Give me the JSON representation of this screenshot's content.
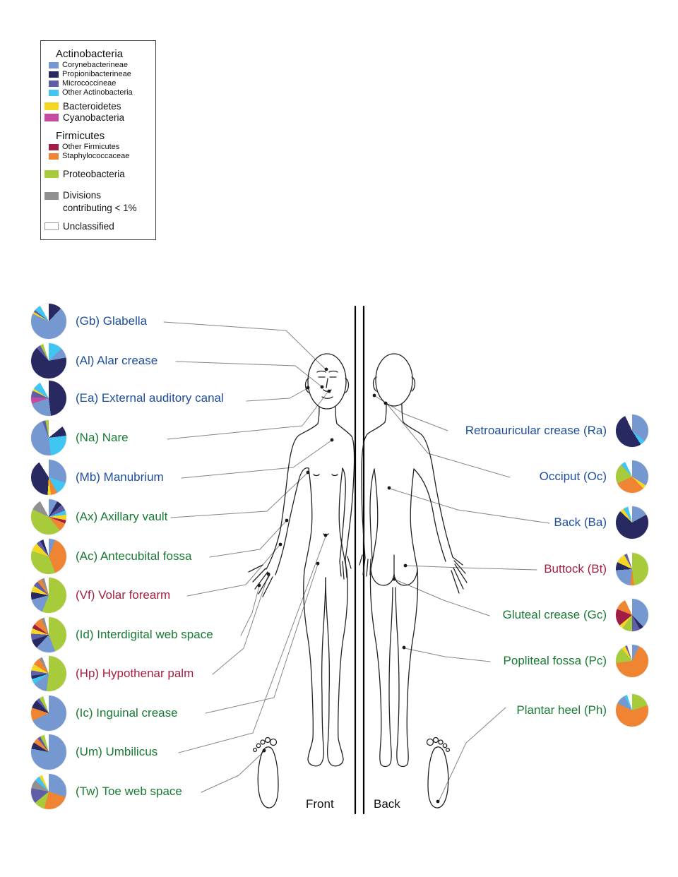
{
  "colors": {
    "cory": "#7598d0",
    "prop": "#282960",
    "micro": "#5e5ea9",
    "otherActino": "#41c5f2",
    "bact": "#f4d623",
    "cyano": "#c74a9e",
    "otherFirm": "#a01d45",
    "staph": "#ef8532",
    "proteo": "#a7cb3a",
    "div1": "#909090",
    "unclass": "#ffffff",
    "label_sebaceous": "#1d4e9b",
    "label_moist": "#187b33",
    "label_dry": "#a5213f"
  },
  "legend": {
    "items": [
      {
        "kind": "header",
        "label": "Actinobacteria"
      },
      {
        "kind": "small",
        "key": "cory",
        "label": "Corynebacterineae"
      },
      {
        "kind": "small",
        "key": "prop",
        "label": "Propionibacterineae"
      },
      {
        "kind": "small",
        "key": "micro",
        "label": "Micrococcineae"
      },
      {
        "kind": "small",
        "key": "otherActino",
        "label": "Other Actinobacteria"
      },
      {
        "kind": "big",
        "key": "bact",
        "label": "Bacteroidetes"
      },
      {
        "kind": "big",
        "key": "cyano",
        "label": "Cyanobacteria"
      },
      {
        "kind": "header",
        "label": "Firmicutes"
      },
      {
        "kind": "small",
        "key": "otherFirm",
        "label": "Other Firmicutes"
      },
      {
        "kind": "small",
        "key": "staph",
        "label": "Staphylococcaceae"
      },
      {
        "kind": "big",
        "key": "proteo",
        "label": "Proteobacteria"
      },
      {
        "kind": "big",
        "key": "div1",
        "label": "Divisions contributing < 1%"
      },
      {
        "kind": "big",
        "key": "unclass",
        "label": "Unclassified"
      }
    ]
  },
  "figure": {
    "front_label": "Front",
    "back_label": "Back"
  },
  "sites": [
    {
      "id": "Gb",
      "label": "(Gb) Glabella",
      "type": "sebaceous",
      "side": "left",
      "slices": [
        [
          "prop",
          12
        ],
        [
          "cory",
          70
        ],
        [
          "bact",
          2
        ],
        [
          "micro",
          2
        ],
        [
          "otherActino",
          6
        ],
        [
          "unclass",
          8
        ]
      ]
    },
    {
      "id": "Al",
      "label": "(Al) Alar crease",
      "type": "sebaceous",
      "side": "left",
      "slices": [
        [
          "otherActino",
          13
        ],
        [
          "cory",
          9
        ],
        [
          "prop",
          66
        ],
        [
          "micro",
          4
        ],
        [
          "proteo",
          3
        ],
        [
          "unclass",
          5
        ]
      ]
    },
    {
      "id": "Ea",
      "label": "(Ea) External auditory canal",
      "type": "sebaceous",
      "side": "left",
      "slices": [
        [
          "prop",
          48
        ],
        [
          "cory",
          22
        ],
        [
          "cyano",
          6
        ],
        [
          "micro",
          6
        ],
        [
          "bact",
          2
        ],
        [
          "otherActino",
          8
        ],
        [
          "unclass",
          8
        ]
      ]
    },
    {
      "id": "Na",
      "label": "(Na) Nare",
      "type": "moist",
      "side": "left",
      "slices": [
        [
          "unclass",
          14
        ],
        [
          "prop",
          9
        ],
        [
          "otherActino",
          25
        ],
        [
          "cory",
          46
        ],
        [
          "micro",
          3
        ],
        [
          "proteo",
          3
        ]
      ]
    },
    {
      "id": "Mb",
      "label": "(Mb) Manubrium",
      "type": "sebaceous",
      "side": "left",
      "slices": [
        [
          "cory",
          30
        ],
        [
          "otherActino",
          12
        ],
        [
          "staph",
          6
        ],
        [
          "bact",
          3
        ],
        [
          "prop",
          40
        ],
        [
          "unclass",
          9
        ]
      ]
    },
    {
      "id": "Ax",
      "label": "(Ax) Axillary vault",
      "type": "moist",
      "side": "left",
      "slices": [
        [
          "cory",
          8
        ],
        [
          "prop",
          5
        ],
        [
          "micro",
          6
        ],
        [
          "otherActino",
          4
        ],
        [
          "bact",
          5
        ],
        [
          "otherFirm",
          3
        ],
        [
          "staph",
          8
        ],
        [
          "proteo",
          43
        ],
        [
          "div1",
          10
        ],
        [
          "unclass",
          8
        ]
      ]
    },
    {
      "id": "Ac",
      "label": "(Ac) Antecubital fossa",
      "type": "moist",
      "side": "left",
      "slices": [
        [
          "cory",
          6
        ],
        [
          "staph",
          38
        ],
        [
          "proteo",
          36
        ],
        [
          "bact",
          8
        ],
        [
          "micro",
          4
        ],
        [
          "prop",
          3
        ],
        [
          "unclass",
          5
        ]
      ]
    },
    {
      "id": "Vf",
      "label": "(Vf) Volar forearm",
      "type": "dry",
      "side": "left",
      "slices": [
        [
          "proteo",
          56
        ],
        [
          "cory",
          15
        ],
        [
          "prop",
          7
        ],
        [
          "bact",
          6
        ],
        [
          "micro",
          5
        ],
        [
          "staph",
          4
        ],
        [
          "div1",
          3
        ],
        [
          "unclass",
          4
        ]
      ]
    },
    {
      "id": "Id",
      "label": "(Id) Interdigital web space",
      "type": "moist",
      "side": "left",
      "slices": [
        [
          "proteo",
          44
        ],
        [
          "cory",
          18
        ],
        [
          "prop",
          8
        ],
        [
          "micro",
          6
        ],
        [
          "bact",
          5
        ],
        [
          "otherFirm",
          4
        ],
        [
          "staph",
          8
        ],
        [
          "div1",
          3
        ],
        [
          "unclass",
          4
        ]
      ]
    },
    {
      "id": "Hp",
      "label": "(Hp) Hypothenar palm",
      "type": "dry",
      "side": "left",
      "slices": [
        [
          "proteo",
          52
        ],
        [
          "cory",
          13
        ],
        [
          "otherActino",
          5
        ],
        [
          "prop",
          3
        ],
        [
          "micro",
          5
        ],
        [
          "bact",
          6
        ],
        [
          "staph",
          7
        ],
        [
          "div1",
          3
        ],
        [
          "unclass",
          6
        ]
      ]
    },
    {
      "id": "Ic",
      "label": "(Ic) Inguinal crease",
      "type": "moist",
      "side": "left",
      "slices": [
        [
          "cory",
          68
        ],
        [
          "staph",
          12
        ],
        [
          "prop",
          8
        ],
        [
          "micro",
          3
        ],
        [
          "proteo",
          4
        ],
        [
          "unclass",
          5
        ]
      ]
    },
    {
      "id": "Um",
      "label": "(Um) Umbilicus",
      "type": "moist",
      "side": "left",
      "slices": [
        [
          "cory",
          78
        ],
        [
          "prop",
          6
        ],
        [
          "staph",
          5
        ],
        [
          "micro",
          3
        ],
        [
          "proteo",
          4
        ],
        [
          "unclass",
          4
        ]
      ]
    },
    {
      "id": "Tw",
      "label": "(Tw) Toe web space",
      "type": "moist",
      "side": "left",
      "slices": [
        [
          "cory",
          30
        ],
        [
          "staph",
          24
        ],
        [
          "proteo",
          10
        ],
        [
          "micro",
          14
        ],
        [
          "div1",
          8
        ],
        [
          "otherActino",
          5
        ],
        [
          "bact",
          3
        ],
        [
          "unclass",
          6
        ]
      ]
    },
    {
      "id": "Ra",
      "label": "Retroauricular crease (Ra)",
      "type": "sebaceous",
      "side": "right",
      "slices": [
        [
          "cory",
          36
        ],
        [
          "otherActino",
          5
        ],
        [
          "prop",
          52
        ],
        [
          "unclass",
          7
        ]
      ]
    },
    {
      "id": "Oc",
      "label": "Occiput (Oc)",
      "type": "sebaceous",
      "side": "right",
      "slices": [
        [
          "cory",
          34
        ],
        [
          "bact",
          4
        ],
        [
          "staph",
          30
        ],
        [
          "proteo",
          20
        ],
        [
          "otherActino",
          5
        ],
        [
          "unclass",
          7
        ]
      ]
    },
    {
      "id": "Ba",
      "label": "Back (Ba)",
      "type": "sebaceous",
      "side": "right",
      "slices": [
        [
          "cory",
          17
        ],
        [
          "prop",
          70
        ],
        [
          "bact",
          4
        ],
        [
          "otherActino",
          5
        ],
        [
          "unclass",
          4
        ]
      ]
    },
    {
      "id": "Bt",
      "label": "Buttock (Bt)",
      "type": "dry",
      "side": "right",
      "slices": [
        [
          "proteo",
          48
        ],
        [
          "staph",
          4
        ],
        [
          "cory",
          22
        ],
        [
          "prop",
          8
        ],
        [
          "bact",
          10
        ],
        [
          "micro",
          3
        ],
        [
          "unclass",
          5
        ]
      ]
    },
    {
      "id": "Gc",
      "label": "Gluteal crease (Gc)",
      "type": "moist",
      "side": "right",
      "slices": [
        [
          "cory",
          38
        ],
        [
          "prop",
          4
        ],
        [
          "micro",
          8
        ],
        [
          "proteo",
          10
        ],
        [
          "bact",
          4
        ],
        [
          "otherFirm",
          17
        ],
        [
          "staph",
          12
        ],
        [
          "unclass",
          7
        ]
      ]
    },
    {
      "id": "Pc",
      "label": "Popliteal fossa (Pc)",
      "type": "moist",
      "side": "right",
      "slices": [
        [
          "cory",
          7
        ],
        [
          "staph",
          66
        ],
        [
          "proteo",
          16
        ],
        [
          "bact",
          4
        ],
        [
          "micro",
          2
        ],
        [
          "unclass",
          5
        ]
      ]
    },
    {
      "id": "Ph",
      "label": "Plantar heel (Ph)",
      "type": "moist",
      "side": "right",
      "slices": [
        [
          "proteo",
          20
        ],
        [
          "staph",
          62
        ],
        [
          "cory",
          10
        ],
        [
          "otherActino",
          3
        ],
        [
          "unclass",
          5
        ]
      ]
    }
  ]
}
